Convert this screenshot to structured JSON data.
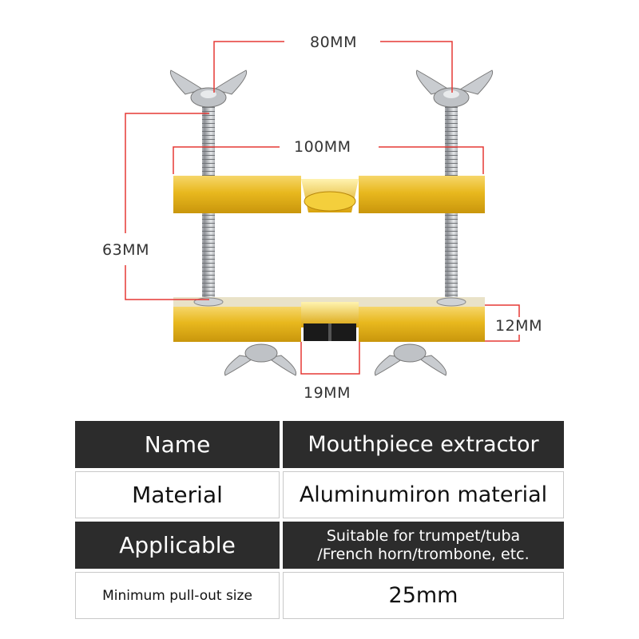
{
  "dimensions": {
    "top_width": "80MM",
    "inner_width": "100MM",
    "height": "63MM",
    "thickness": "12MM",
    "gap": "19MM"
  },
  "spec_table": {
    "rows": [
      {
        "label": "Name",
        "value": "Mouthpiece extractor",
        "style": "dark"
      },
      {
        "label": "Material",
        "value": "Aluminumiron material",
        "style": "light"
      },
      {
        "label": "Applicable",
        "value_line1": "Suitable for trumpet/tuba",
        "value_line2": "/French horn/trombone, etc.",
        "style": "dark"
      },
      {
        "label": "Minimum pull-out size",
        "value": "25mm",
        "style": "light"
      }
    ]
  },
  "colors": {
    "dimension_line": "#e53935",
    "gold": "#e8b81e",
    "steel": "#b9bcc0",
    "dark_row": "#2c2c2c"
  }
}
